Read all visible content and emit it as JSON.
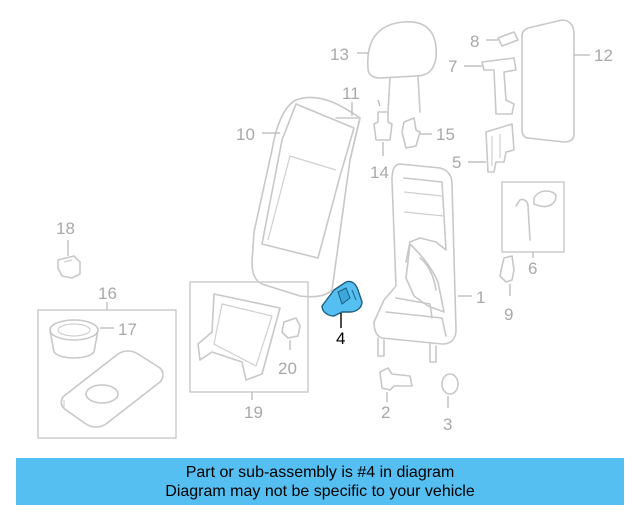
{
  "diagram": {
    "callouts": [
      "1",
      "2",
      "3",
      "4",
      "5",
      "6",
      "7",
      "8",
      "9",
      "10",
      "11",
      "12",
      "13",
      "14",
      "15",
      "16",
      "17",
      "18",
      "19",
      "20"
    ],
    "highlighted_callout": "4",
    "highlight_color": "#55bff2"
  },
  "banner": {
    "line1": "Part or sub-assembly is #4 in diagram",
    "line2": "Diagram may not be specific to your vehicle",
    "background": "#55bff2"
  }
}
